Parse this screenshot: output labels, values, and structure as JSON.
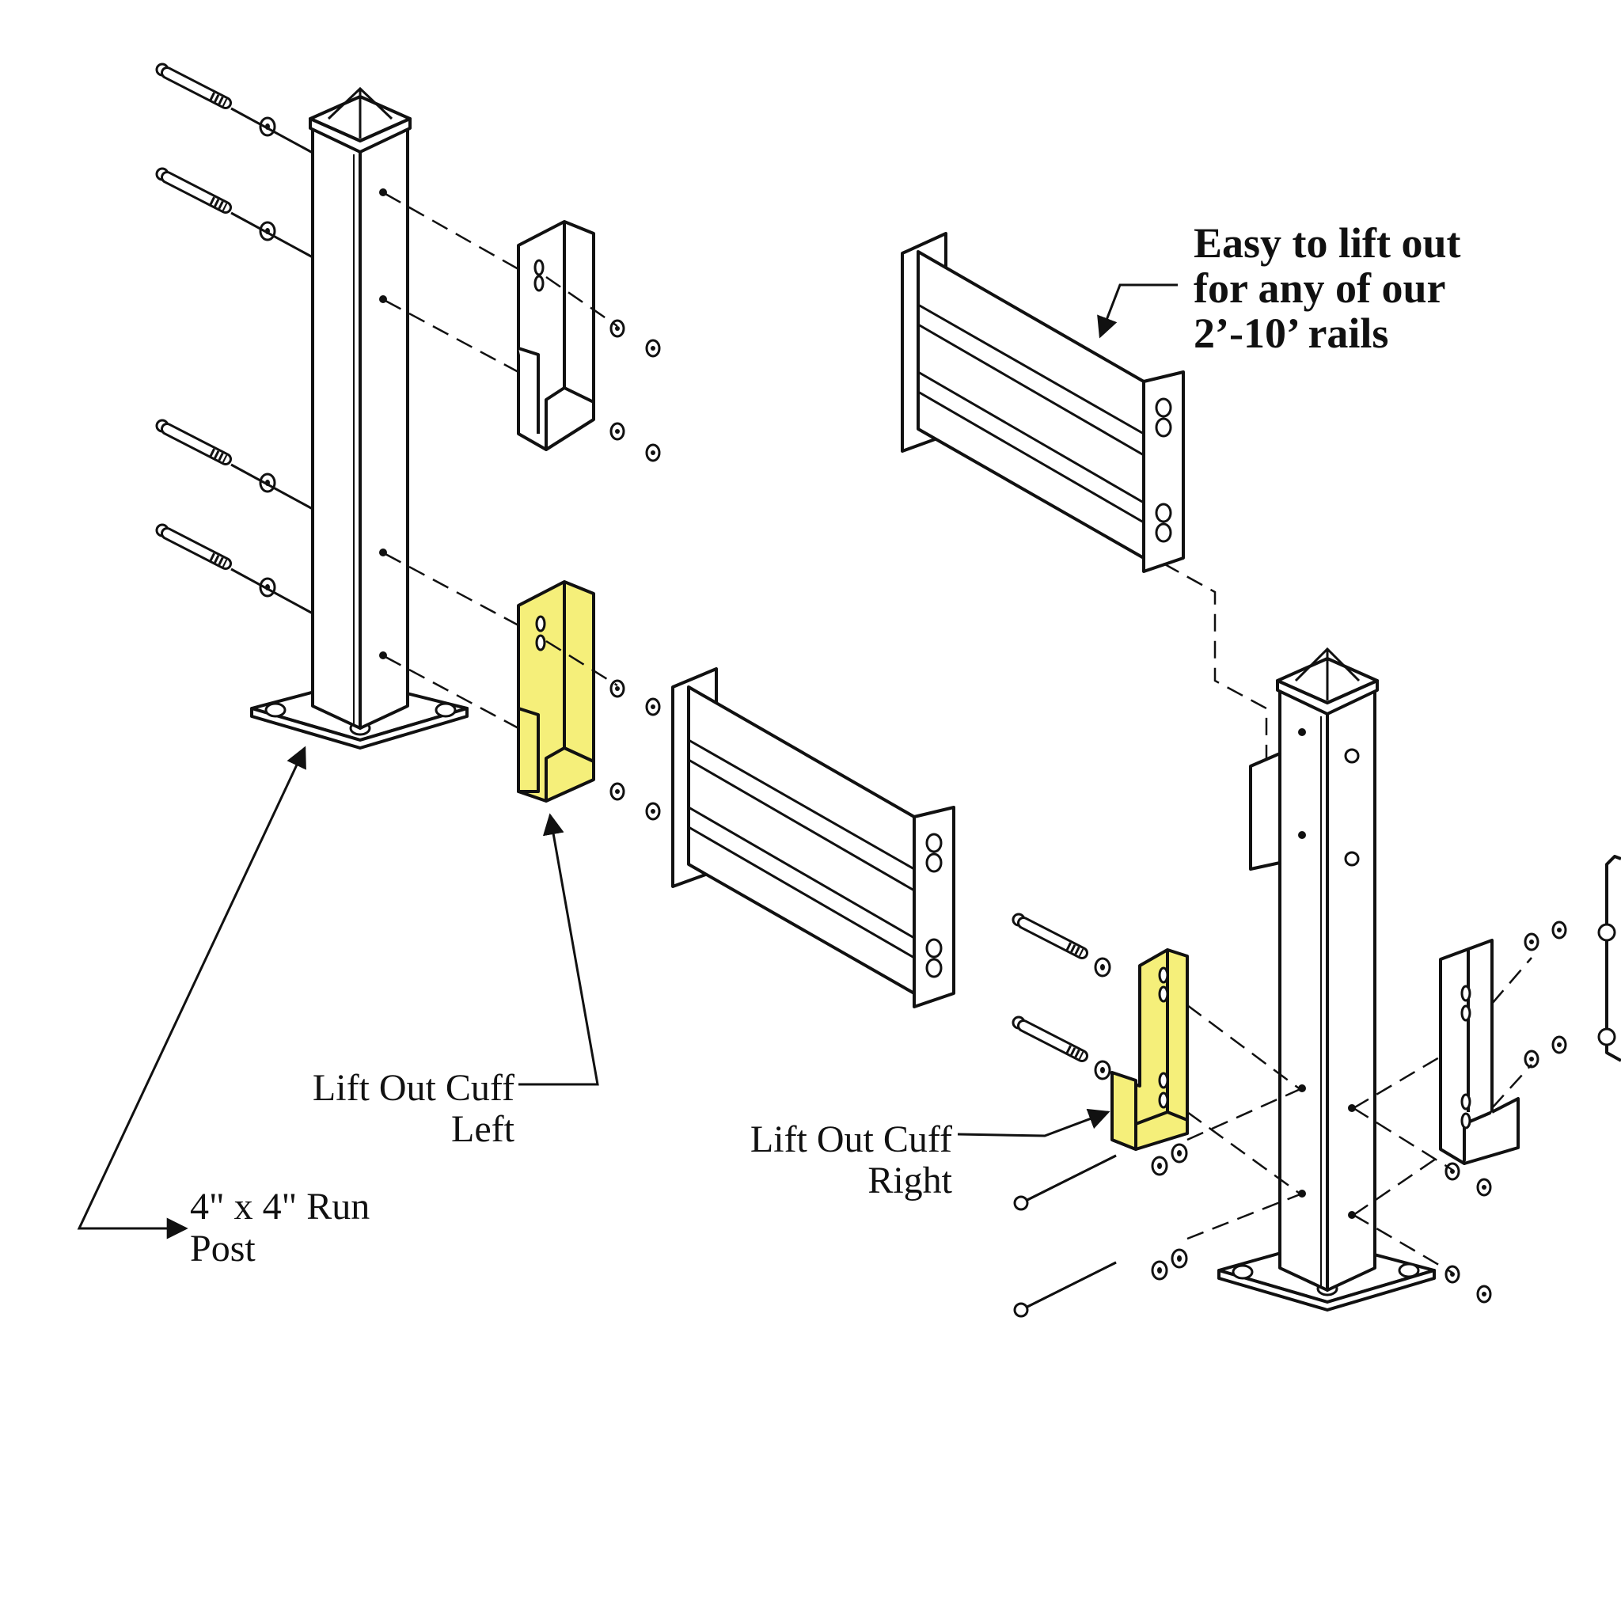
{
  "labels": {
    "rail_callout": [
      "Easy to lift out",
      "for any  of our",
      "2’-10’ rails"
    ],
    "cuff_left": [
      "Lift Out Cuff",
      "Left"
    ],
    "cuff_right": [
      "Lift Out Cuff",
      "Right"
    ],
    "run_post": [
      "4\" x 4\" Run",
      "Post"
    ]
  },
  "colors": {
    "highlight": "#f5ef7a",
    "line": "#111111",
    "background": "#ffffff"
  }
}
